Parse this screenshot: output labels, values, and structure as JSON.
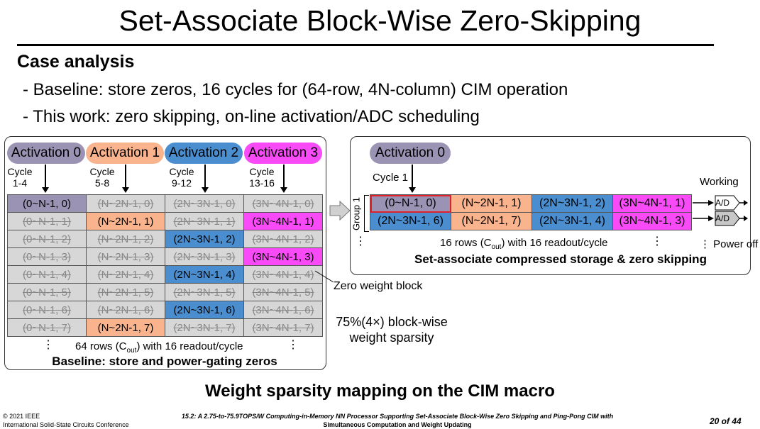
{
  "slide": {
    "title": "Set-Associate Block-Wise Zero-Skipping",
    "heading": "Case analysis",
    "bullets": [
      "- Baseline: store zeros, 16 cycles for (64-row, 4N-column) CIM operation",
      "- This work: zero skipping, on-line activation/ADC scheduling"
    ],
    "figure_caption": "Weight sparsity mapping on the CIM macro"
  },
  "baseline": {
    "activations": [
      "Activation 0",
      "Activation 1",
      "Activation 2",
      "Activation 3"
    ],
    "cycle_word": "Cycle",
    "cycles": [
      "1-4",
      "5-8",
      "9-12",
      "13-16"
    ],
    "rows": [
      [
        "(0~N-1, 0)",
        "(N~2N-1, 0)",
        "(2N~3N-1, 0)",
        "(3N~4N-1, 0)"
      ],
      [
        "(0~N-1, 1)",
        "(N~2N-1, 1)",
        "(2N~3N-1, 1)",
        "(3N~4N-1, 1)"
      ],
      [
        "(0~N-1, 2)",
        "(N~2N-1, 2)",
        "(2N~3N-1, 2)",
        "(3N~4N-1, 2)"
      ],
      [
        "(0~N-1, 3)",
        "(N~2N-1, 3)",
        "(2N~3N-1, 3)",
        "(3N~4N-1, 3)"
      ],
      [
        "(0~N-1, 4)",
        "(N~2N-1, 4)",
        "(2N~3N-1, 4)",
        "(3N~4N-1, 4)"
      ],
      [
        "(0~N-1, 5)",
        "(N~2N-1, 5)",
        "(2N~3N-1, 5)",
        "(3N~4N-1, 5)"
      ],
      [
        "(0~N-1, 6)",
        "(N~2N-1, 6)",
        "(2N~3N-1, 6)",
        "(3N~4N-1, 6)"
      ],
      [
        "(0~N-1, 7)",
        "(N~2N-1, 7)",
        "(2N~3N-1, 7)",
        "(3N~4N-1, 7)"
      ]
    ],
    "nonzero": [
      [
        0,
        0,
        0,
        0
      ],
      [
        0,
        1,
        0,
        1
      ],
      [
        0,
        0,
        1,
        0
      ],
      [
        0,
        0,
        0,
        1
      ],
      [
        0,
        0,
        1,
        0
      ],
      [
        0,
        0,
        0,
        0
      ],
      [
        0,
        0,
        1,
        0
      ],
      [
        0,
        1,
        0,
        0
      ]
    ],
    "rows_note_prefix": "64 rows (C",
    "rows_note_sub": "out",
    "rows_note_suffix": ") with 16 readout/cycle",
    "dots": "⋮",
    "caption": "Baseline: store and power-gating zeros"
  },
  "annotations": {
    "zero_block": "Zero weight block",
    "sparsity_line1": "75%(4×) block-wise",
    "sparsity_line2": "weight sparsity"
  },
  "this_work": {
    "activation": "Activation 0",
    "cycle": "Cycle 1",
    "group_label": "Group 1",
    "rows": [
      [
        "(0~N-1, 0)",
        "(N~2N-1, 1)",
        "(2N~3N-1, 2)",
        "(3N~4N-1, 1)"
      ],
      [
        "(2N~3N-1, 6)",
        "(N~2N-1, 7)",
        "(2N~3N-1, 4)",
        "(3N~4N-1, 3)"
      ]
    ],
    "adc_label": "A/D",
    "working_label": "Working",
    "power_off_label": "Power off",
    "rows_note_prefix": "16 rows (C",
    "rows_note_sub": "out",
    "rows_note_suffix": ") with 16 readout/cycle",
    "dots": "⋮",
    "caption": "Set-associate compressed storage & zero skipping"
  },
  "footer": {
    "copyright": "© 2021 IEEE",
    "conference": "International Solid-State Circuits Conference",
    "paper_line1": "15.2: A 2.75-to-75.9TOPS/W Computing-in-Memory NN Processor Supporting Set-Associate Block-Wise Zero Skipping and Ping-Pong CIM with",
    "paper_line2": "Simultaneous Computation and Weight Updating",
    "page": "20 of 44"
  },
  "colors": {
    "activation_0": "#9b93b4",
    "activation_1": "#f9b48d",
    "activation_2": "#4a8ed0",
    "activation_3": "#f94af7",
    "zero_block": "#d7d7d7",
    "highlight_border": "#e0202a"
  },
  "icons": {
    "arrow": "right-arrow-icon",
    "adc": "adc-triangle-icon"
  }
}
